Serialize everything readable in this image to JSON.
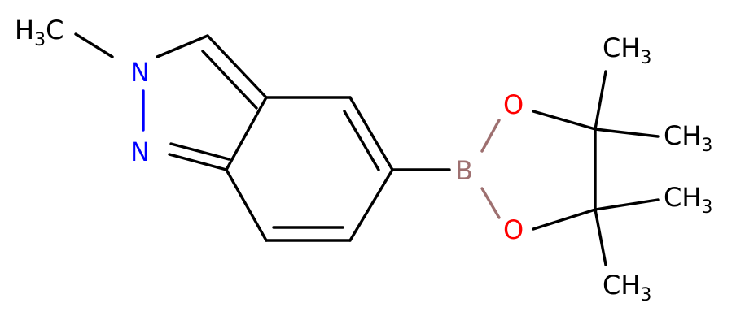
{
  "molecule": {
    "atoms": {
      "methyl_n": {
        "text": "H",
        "sub": "3",
        "tail": "C"
      },
      "n2": {
        "text": "N"
      },
      "n1": {
        "text": "N"
      },
      "boron": {
        "text": "B"
      },
      "o_top": {
        "text": "O"
      },
      "o_bottom": {
        "text": "O"
      },
      "me1": {
        "text": "CH",
        "sub": "3"
      },
      "me2": {
        "text": "CH",
        "sub": "3"
      },
      "me3": {
        "text": "CH",
        "sub": "3"
      },
      "me4": {
        "text": "CH",
        "sub": "3"
      }
    },
    "colors": {
      "carbon": "#000000",
      "nitrogen": "#0000ff",
      "oxygen": "#ff0000",
      "boron": "#9e7070"
    }
  }
}
